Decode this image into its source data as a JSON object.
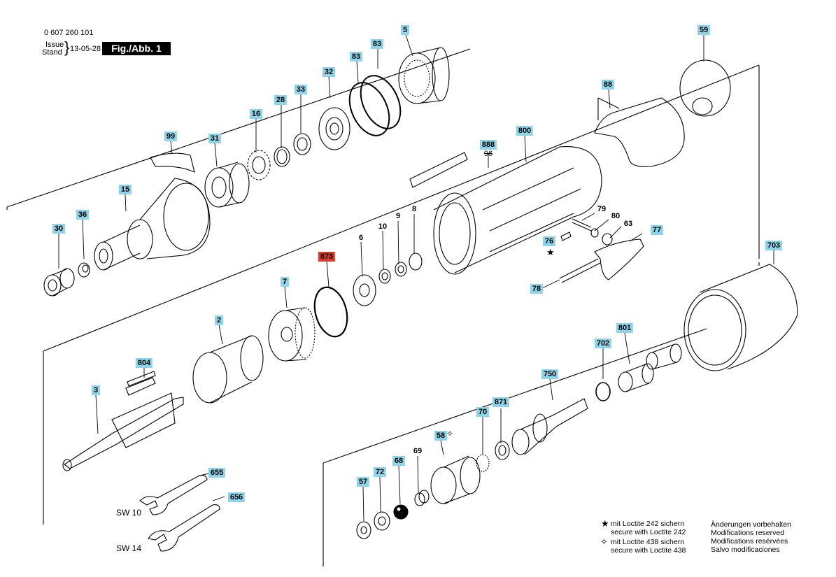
{
  "header": {
    "part_number": "0 607 260 101",
    "issue_label": "Issue",
    "stand_label": "Stand",
    "date": "13-05-28",
    "figure": "Fig./Abb. 1"
  },
  "labels": [
    {
      "id": "5",
      "text": "5"
    },
    {
      "id": "59",
      "text": "59"
    },
    {
      "id": "83a",
      "text": "83"
    },
    {
      "id": "83b",
      "text": "83"
    },
    {
      "id": "32",
      "text": "32"
    },
    {
      "id": "33",
      "text": "33"
    },
    {
      "id": "28",
      "text": "28"
    },
    {
      "id": "16",
      "text": "16"
    },
    {
      "id": "31",
      "text": "31"
    },
    {
      "id": "99",
      "text": "99"
    },
    {
      "id": "15",
      "text": "15"
    },
    {
      "id": "36",
      "text": "36"
    },
    {
      "id": "30",
      "text": "30"
    },
    {
      "id": "88",
      "text": "88"
    },
    {
      "id": "800",
      "text": "800"
    },
    {
      "id": "888",
      "text": "888"
    },
    {
      "id": "96",
      "text": "96"
    },
    {
      "id": "79",
      "text": "79"
    },
    {
      "id": "80",
      "text": "80"
    },
    {
      "id": "63",
      "text": "63"
    },
    {
      "id": "77",
      "text": "77"
    },
    {
      "id": "76",
      "text": "76"
    },
    {
      "id": "78",
      "text": "78"
    },
    {
      "id": "8",
      "text": "8"
    },
    {
      "id": "9",
      "text": "9"
    },
    {
      "id": "10",
      "text": "10"
    },
    {
      "id": "6",
      "text": "6"
    },
    {
      "id": "873",
      "text": "873"
    },
    {
      "id": "7",
      "text": "7"
    },
    {
      "id": "2",
      "text": "2"
    },
    {
      "id": "804",
      "text": "804"
    },
    {
      "id": "3",
      "text": "3"
    },
    {
      "id": "703",
      "text": "703"
    },
    {
      "id": "801",
      "text": "801"
    },
    {
      "id": "702",
      "text": "702"
    },
    {
      "id": "750",
      "text": "750"
    },
    {
      "id": "871",
      "text": "871"
    },
    {
      "id": "70",
      "text": "70"
    },
    {
      "id": "58",
      "text": "58"
    },
    {
      "id": "69",
      "text": "69"
    },
    {
      "id": "68",
      "text": "68"
    },
    {
      "id": "72",
      "text": "72"
    },
    {
      "id": "57",
      "text": "57"
    },
    {
      "id": "655",
      "text": "655"
    },
    {
      "id": "656",
      "text": "656"
    }
  ],
  "wrenches": {
    "sw10": "SW 10",
    "sw14": "SW 14"
  },
  "legend": {
    "star_de": "mit Loctite 242 sichern",
    "star_en": "secure with Loctite 242",
    "diamond_de": "mit Loctite 438 sichern",
    "diamond_en": "secure with Loctite 438"
  },
  "notes": [
    "Änderungen vorbehalten",
    "Modifications reserved",
    "Modifications resérvées",
    "Salvo modificaciones"
  ],
  "colors": {
    "label_bg": "#8fd3e8",
    "highlight_bg": "#d93a2a"
  }
}
